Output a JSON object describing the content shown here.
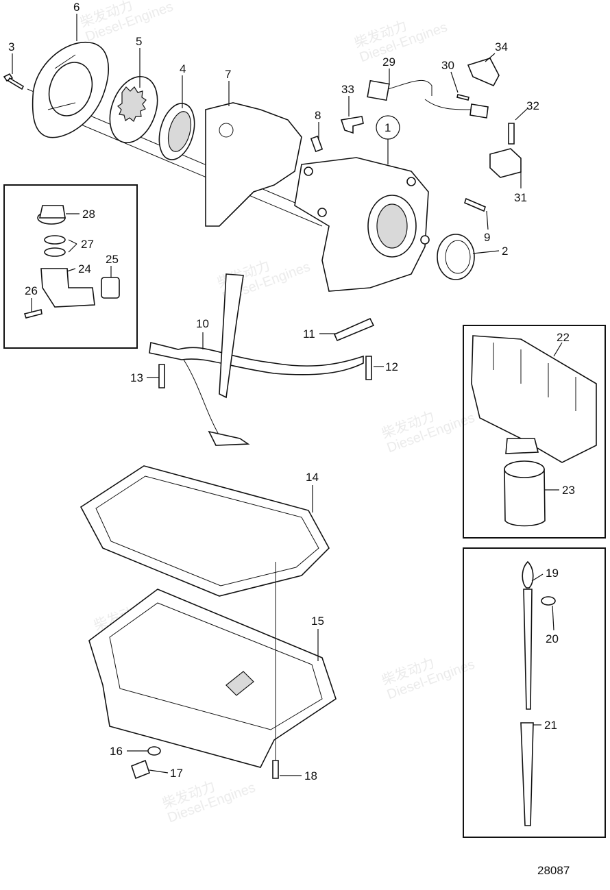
{
  "diagram": {
    "drawing_number": "28087",
    "watermark": {
      "text_cn": "柴发动力",
      "text_en": "Diesel-Engines"
    },
    "callouts": [
      "1",
      "2",
      "3",
      "4",
      "5",
      "6",
      "7",
      "8",
      "9",
      "10",
      "11",
      "12",
      "13",
      "14",
      "15",
      "16",
      "17",
      "18",
      "19",
      "20",
      "21",
      "22",
      "23",
      "24",
      "25",
      "26",
      "27",
      "28",
      "29",
      "30",
      "31",
      "32",
      "33",
      "34"
    ]
  }
}
